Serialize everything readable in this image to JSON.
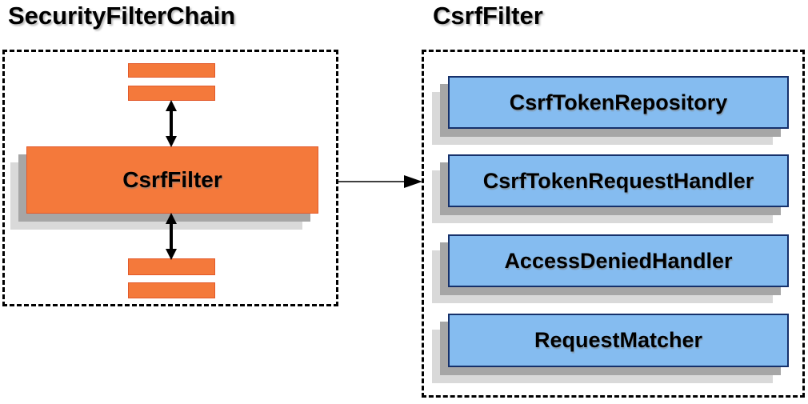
{
  "left_panel": {
    "title": "SecurityFilterChain",
    "filter_label": "CsrfFilter"
  },
  "right_panel": {
    "title": "CsrfFilter",
    "components": [
      {
        "label": "CsrfTokenRepository"
      },
      {
        "label": "CsrfTokenRequestHandler"
      },
      {
        "label": "AccessDeniedHandler"
      },
      {
        "label": "RequestMatcher"
      }
    ]
  },
  "icons": {
    "vertical_double_arrow": "up-down-arrow-icon",
    "flow_arrow": "right-arrow-icon"
  },
  "colors": {
    "accent_orange": "#F4793B",
    "orange_border": "#E2592A",
    "component_blue": "#85BCF0",
    "blue_border": "#16316B",
    "shadow_dark": "#A6A6A6",
    "shadow_light": "#D9D9D9",
    "arrow_black": "#000000",
    "page_bg": "#FFFFFF"
  }
}
